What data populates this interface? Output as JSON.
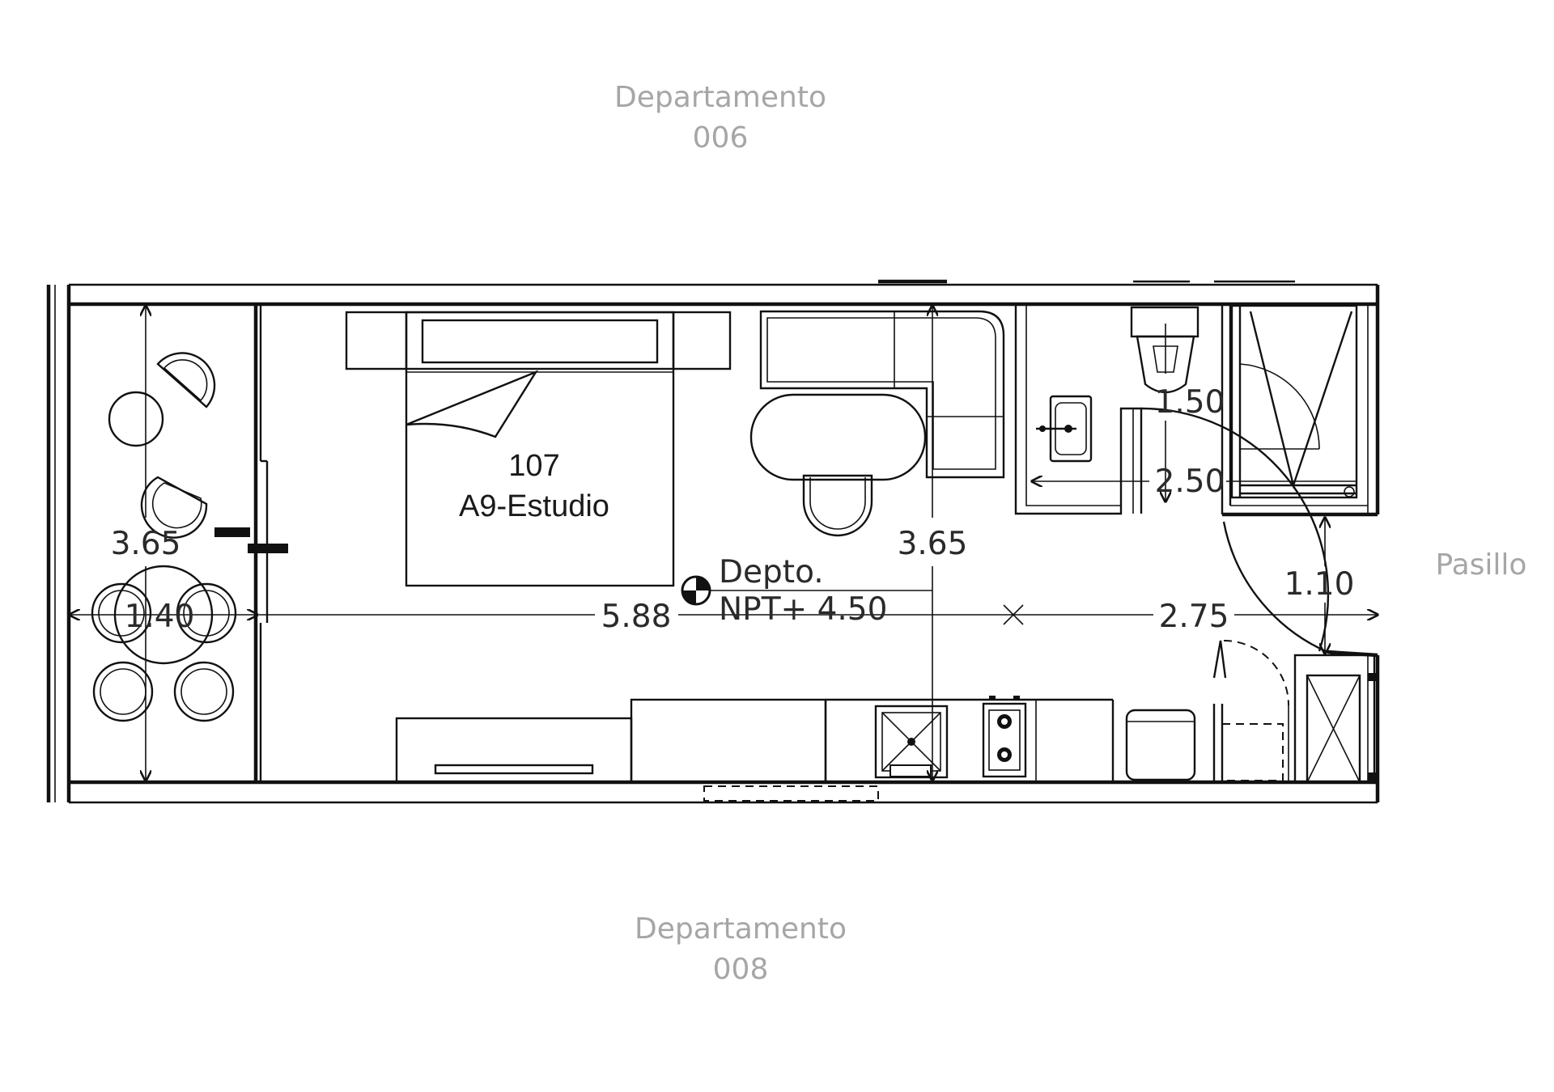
{
  "neighbors": {
    "top": [
      "Departamento",
      "006"
    ],
    "bottom": [
      "Departamento",
      "008"
    ],
    "right": "Pasillo"
  },
  "unit": {
    "number": "107",
    "type": "A9-Estudio",
    "level_label": "Depto.",
    "level_value": "NPT+ 4.50"
  },
  "dimensions": {
    "balcony_height": "3.65",
    "balcony_width": "1.40",
    "main_width": "5.88",
    "main_height": "3.65",
    "bath_width": "2.75",
    "bath_depth": "2.50",
    "toilet_width": "1.50",
    "hall_gap": "1.10"
  }
}
